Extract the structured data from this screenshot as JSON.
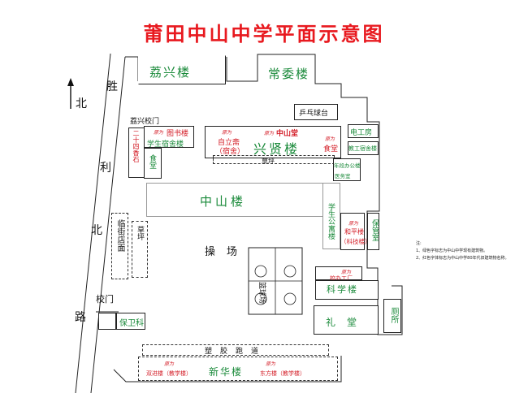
{
  "title": "莆田中山中学平面示意图",
  "north": {
    "label": "北"
  },
  "road": {
    "chars": [
      "胜",
      "利",
      "北",
      "路"
    ]
  },
  "gates": {
    "lixing": "荔兴校门",
    "main": "校门"
  },
  "buildings": {
    "lixing_lou": "荔兴楼",
    "changwei_lou": "常委楼",
    "pingpang": "乒乓球台",
    "diangong": "电工房",
    "jiaogong_sushe": "教工宿舍楼",
    "yuan1": "原为",
    "tushu": "图书楼",
    "xuesheng_sushe": "学生宿舍楼",
    "ershi": "二十四香石",
    "shitang_left": "食堂",
    "zhongshan_tang": "中山堂",
    "zilizhai": "自立斋",
    "sushe_paren": "（宿舍）",
    "xingxian_lou": "兴贤楼",
    "shitang_right": "食堂",
    "caoping_top": "草坪",
    "nianduan": "年段办公楼",
    "yiwu": "医务室",
    "zhongshan_lou": "中山楼",
    "xuesheng_gongyu": "学生公寓楼",
    "heping": "和平楼",
    "keji": "（科技楼）",
    "baoguan": "保管室",
    "linjie": "临街店面",
    "caoping_side": "草坪",
    "xiaoban": "校办工厂",
    "kexue_lou": "科学楼",
    "li_tang": "礼堂",
    "cesuo": "厕所",
    "baowei": "保卫科",
    "lanqiu": "篮球场",
    "caochang": "操场",
    "sujiao": "塑胶跑道",
    "shuangjin": "双进楼（教学楼）",
    "xinhua": "新华楼",
    "dongfang": "东方楼（教学楼）"
  },
  "notes": {
    "head": "注:",
    "line1": "1、绿色字标志为中山中学现有建筑物。",
    "line2": "2、红色字体标志为中山中学80年代旧建筑物名称。"
  },
  "colors": {
    "title": "#e8191f",
    "existing": "#1a8a3a",
    "old": "#d4202a"
  }
}
